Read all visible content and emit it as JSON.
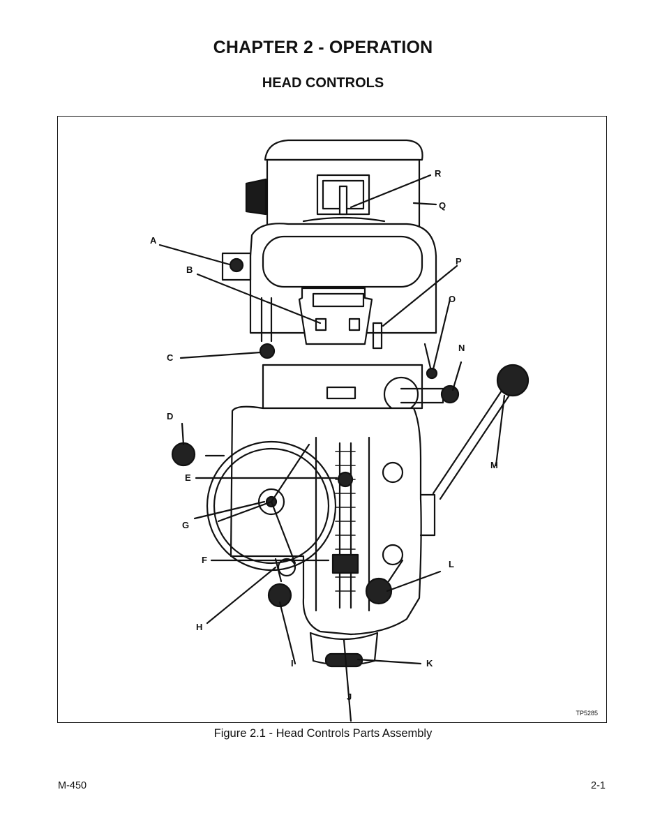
{
  "page": {
    "chapter_title": "CHAPTER 2 - OPERATION",
    "section_title": "HEAD CONTROLS",
    "figure_caption": "Figure 2.1 - Head Controls Parts Assembly",
    "figure_id": "TP5285",
    "footer_left": "M-450",
    "footer_right": "2-1"
  },
  "callouts": {
    "A": "A",
    "B": "B",
    "C": "C",
    "D": "D",
    "E": "E",
    "F": "F",
    "G": "G",
    "H": "H",
    "I": "I",
    "J": "J",
    "K": "K",
    "L": "L",
    "M": "M",
    "N": "N",
    "O": "O",
    "P": "P",
    "Q": "Q",
    "R": "R"
  }
}
